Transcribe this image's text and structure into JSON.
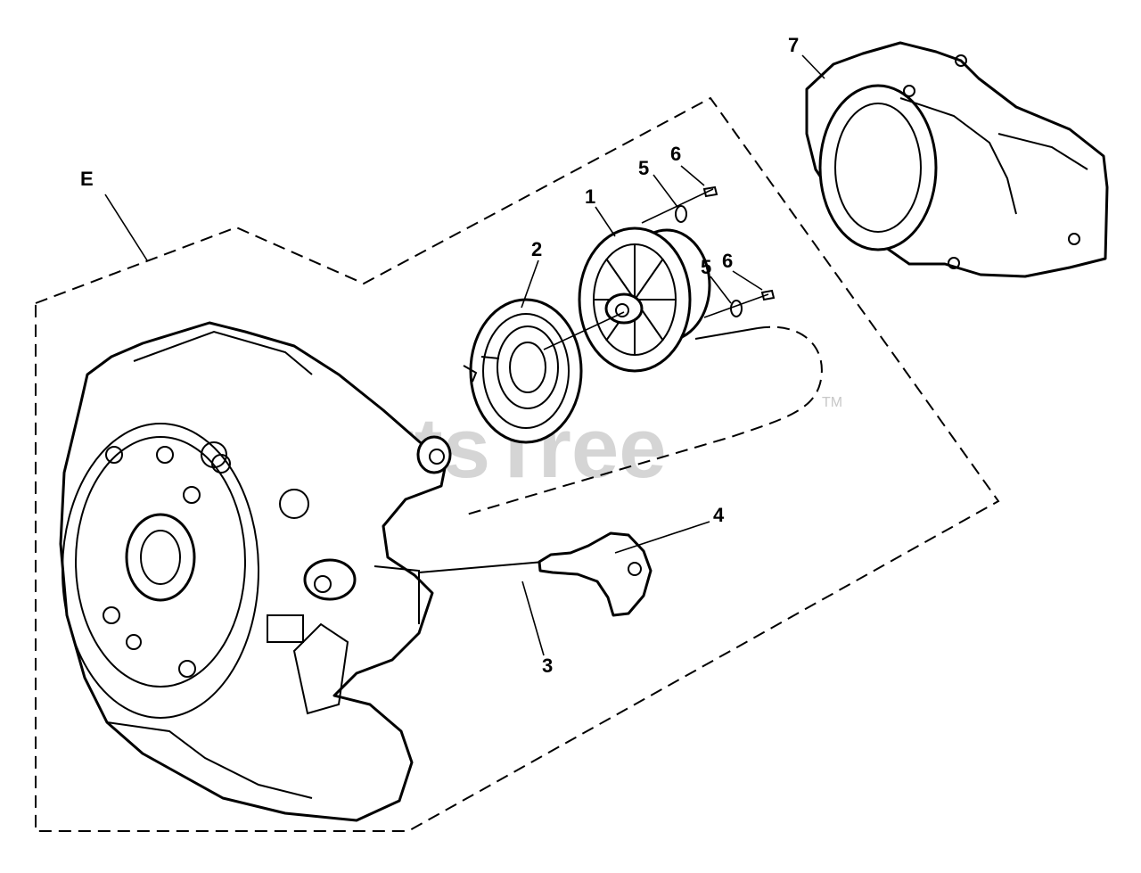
{
  "callouts": {
    "assembly": "E",
    "rope_pulley": "1",
    "recoil_spring": "2",
    "starter_rope": "3",
    "starter_handle": "4",
    "washer_top": "5",
    "screw_top": "6",
    "washer_lower": "5",
    "screw_lower": "6",
    "fan_housing": "7"
  },
  "watermark": {
    "text": "PartsTree",
    "mark": "TM"
  }
}
